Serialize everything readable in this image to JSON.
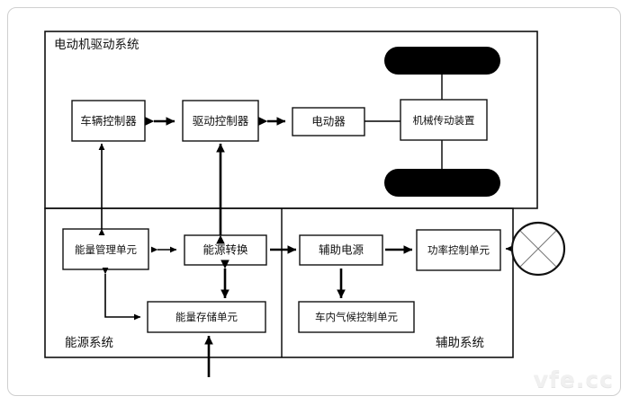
{
  "diagram": {
    "title_groups": [
      {
        "id": "drive",
        "label": "电动机驱动系统"
      },
      {
        "id": "energy",
        "label": "能源系统"
      },
      {
        "id": "auxiliary",
        "label": "辅助系统"
      }
    ],
    "nodes": [
      {
        "id": "vehicle-controller",
        "label": "车辆控制器"
      },
      {
        "id": "drive-controller",
        "label": "驱动控制器"
      },
      {
        "id": "motor",
        "label": "电动器"
      },
      {
        "id": "mechanical-transmission",
        "label": "机械传动装置"
      },
      {
        "id": "energy-management-unit",
        "label": "能量管理单元"
      },
      {
        "id": "energy-conversion",
        "label": "能源转换"
      },
      {
        "id": "energy-storage-unit",
        "label": "能量存储单元"
      },
      {
        "id": "auxiliary-power",
        "label": "辅助电源"
      },
      {
        "id": "power-control-unit",
        "label": "功率控制单元"
      },
      {
        "id": "cabin-climate-control-unit",
        "label": "车内气候控制单元"
      }
    ],
    "symbols": [
      {
        "id": "steering-wheel",
        "name": "steering-wheel-icon"
      },
      {
        "id": "front-wheel",
        "name": "wheel-icon"
      },
      {
        "id": "rear-wheel",
        "name": "wheel-icon"
      }
    ],
    "colors": {
      "line": "#111111",
      "box_fill": "#ffffff",
      "wheel": "#000000",
      "frame": "#cfcfcf",
      "watermark": "#f0f0f0"
    }
  },
  "watermark": {
    "text": "vfe.cc"
  }
}
